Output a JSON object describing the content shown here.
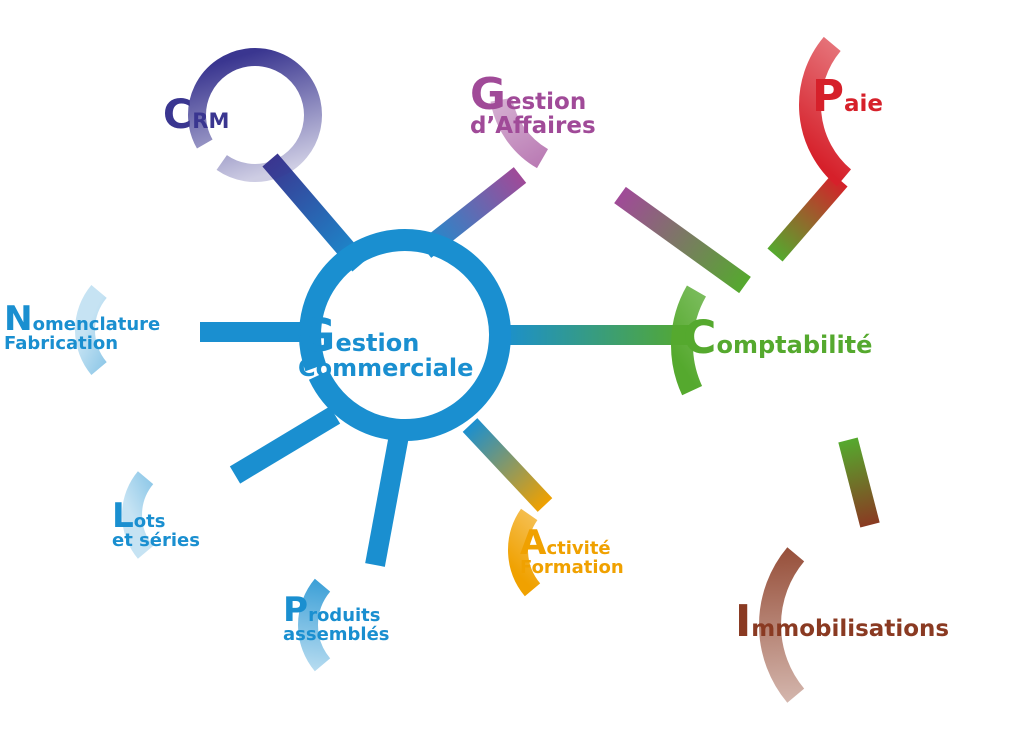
{
  "colors": {
    "commerciale": "#1a8fd0",
    "crm": "#3a3690",
    "affaires": "#a04a98",
    "paie": "#d6202a",
    "comptabilite": "#55a92e",
    "immobilisations": "#8a3a22",
    "activite": "#f0a100"
  },
  "nodes": {
    "commerciale": {
      "initial": "G",
      "line1": "estion",
      "line2": "Commerciale"
    },
    "crm": {
      "initial": "C",
      "line1": "RM"
    },
    "affaires": {
      "initial": "G",
      "line1": "estion",
      "line2": "d’Affaires"
    },
    "paie": {
      "initial": "P",
      "line1": "aie"
    },
    "comptabilite": {
      "initial": "C",
      "line1": "omptabilité"
    },
    "immobilisations": {
      "initial": "I",
      "line1": "mmobilisations"
    },
    "nomenclature": {
      "initial": "N",
      "line1": "omenclature",
      "line2": "Fabrication"
    },
    "lots": {
      "initial": "L",
      "line1": "ots",
      "line2": "et séries"
    },
    "produits": {
      "initial": "P",
      "line1": "roduits",
      "line2": "assemblés"
    },
    "activite": {
      "initial": "A",
      "line1": "ctivité",
      "line2": "Formation"
    }
  }
}
